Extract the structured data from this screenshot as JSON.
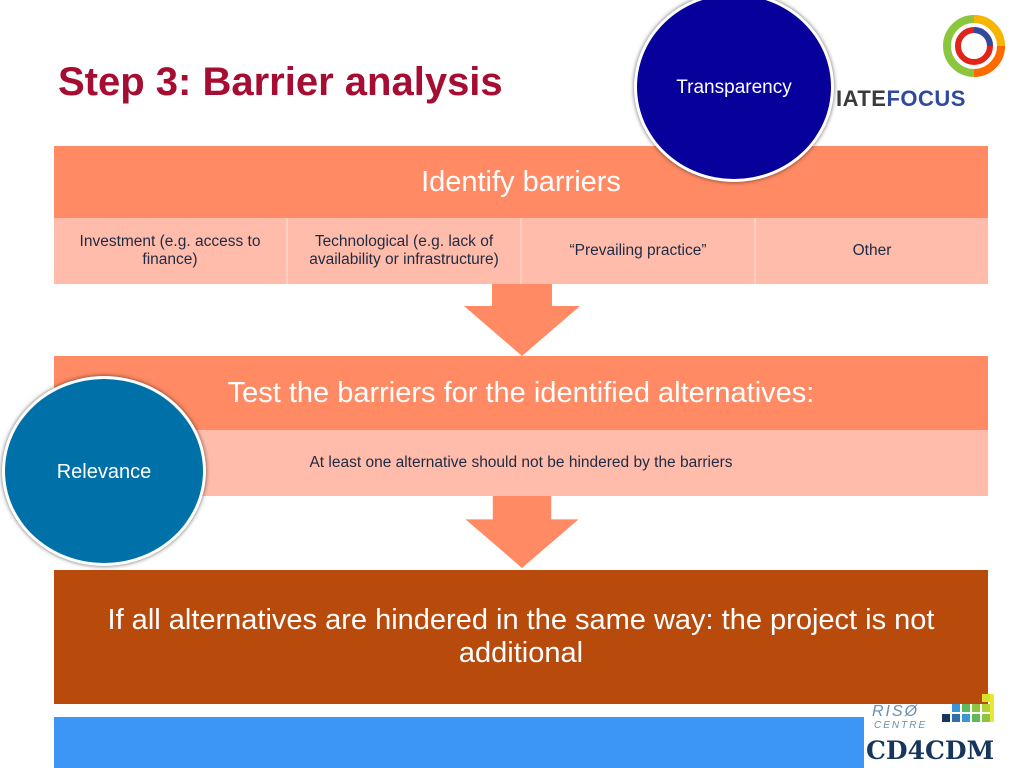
{
  "slide": {
    "title": "Step 3: Barrier analysis"
  },
  "logos": {
    "climate_focus_part1": "IATE",
    "climate_focus_part2": "FOCUS",
    "riso_name": "RISØ",
    "riso_sub": "CENTRE",
    "cd4cdm": "CD4CDM"
  },
  "circles": {
    "transparency": "Transparency",
    "relevance": "Relevance"
  },
  "step1": {
    "header": "Identify barriers",
    "barriers": [
      "Investment (e.g. access to finance)",
      "Technological (e.g. lack of availability or infrastructure)",
      "“Prevailing practice”",
      "Other"
    ]
  },
  "step2": {
    "header": "Test the barriers for the identified alternatives:",
    "sub": "At least one alternative should not be hindered by the barriers"
  },
  "step3": {
    "text": "If all alternatives are hindered in the same way: the project is not additional"
  },
  "colors": {
    "title": "#a50d32",
    "box_header": "#ff8a64",
    "box_cell": "#ffbcaa",
    "conclusion_box": "#b84a0c",
    "transparency_circle": "#07009a",
    "relevance_circle": "#0071a8",
    "bottom_bar": "#3c96f5"
  }
}
